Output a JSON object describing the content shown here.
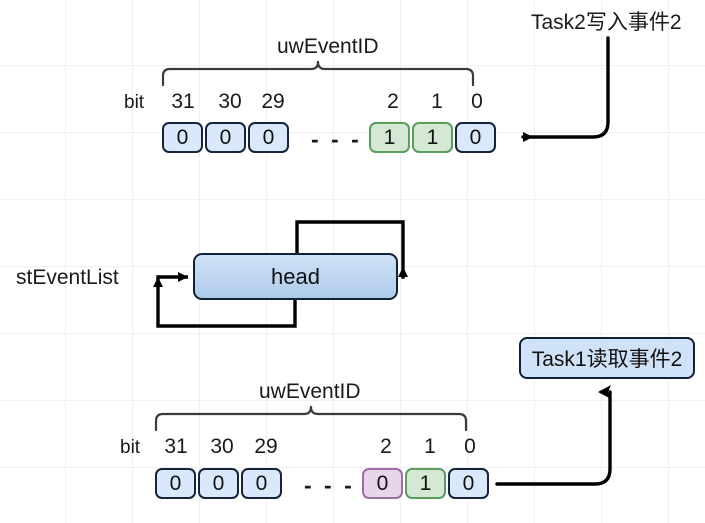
{
  "diagram": {
    "title": "uwEventID event bitmask diagram",
    "grid_color": "#f0f0f0",
    "background": "#ffffff"
  },
  "top_row": {
    "field_label": "uwEventID",
    "bit_label": "bit",
    "indices": [
      "31",
      "30",
      "29",
      "2",
      "1",
      "0"
    ],
    "ellipsis": "- - -",
    "cells": [
      {
        "value": "0",
        "color": "blue"
      },
      {
        "value": "0",
        "color": "blue"
      },
      {
        "value": "0",
        "color": "blue"
      },
      {
        "value": "1",
        "color": "green"
      },
      {
        "value": "1",
        "color": "green"
      },
      {
        "value": "0",
        "color": "blue"
      }
    ],
    "annotation": "Task2写入事件2"
  },
  "middle": {
    "list_label": "stEventList",
    "node_label": "head"
  },
  "bottom_row": {
    "field_label": "uwEventID",
    "bit_label": "bit",
    "indices": [
      "31",
      "30",
      "29",
      "2",
      "1",
      "0"
    ],
    "ellipsis": "- - -",
    "cells": [
      {
        "value": "0",
        "color": "blue"
      },
      {
        "value": "0",
        "color": "blue"
      },
      {
        "value": "0",
        "color": "blue"
      },
      {
        "value": "0",
        "color": "purple"
      },
      {
        "value": "1",
        "color": "green"
      },
      {
        "value": "0",
        "color": "blue"
      }
    ],
    "annotation": "Task1读取事件2"
  },
  "colors": {
    "blue_fill": "#d9e8fb",
    "blue_stroke": "#16243b",
    "green_fill": "#d5e8d4",
    "green_stroke": "#5a9e5c",
    "purple_fill": "#e8d5ea",
    "purple_stroke": "#9a6fa0",
    "head_fill": "#cfe2f7",
    "line": "#000000"
  }
}
